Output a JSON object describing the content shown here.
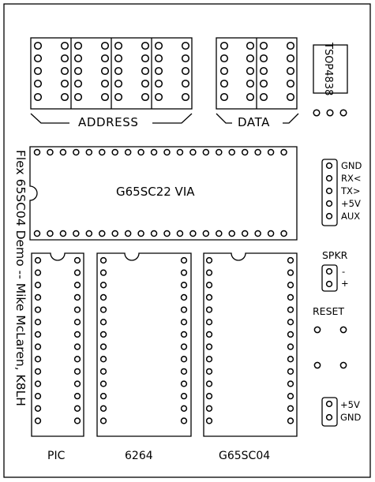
{
  "board": {
    "colors": {
      "ink": "#000000",
      "paper": "#ffffff"
    },
    "address_label": "ADDRESS",
    "data_label": "DATA",
    "sensor_label": "TSOP4838",
    "via_label": "G65SC22 VIA",
    "title": "Flex 65SC04 Demo -- Mike McLaren, K8LH",
    "serial_pins": [
      "GND",
      "RX<",
      "TX>",
      "+5V",
      "AUX"
    ],
    "speaker": {
      "title": "SPKR",
      "pins": [
        "-",
        "+"
      ]
    },
    "reset_label": "RESET",
    "power_pins": [
      "+5V",
      "GND"
    ],
    "chip_labels": {
      "pic": "PIC",
      "ram": "6264",
      "cpu": "G65SC04"
    }
  }
}
